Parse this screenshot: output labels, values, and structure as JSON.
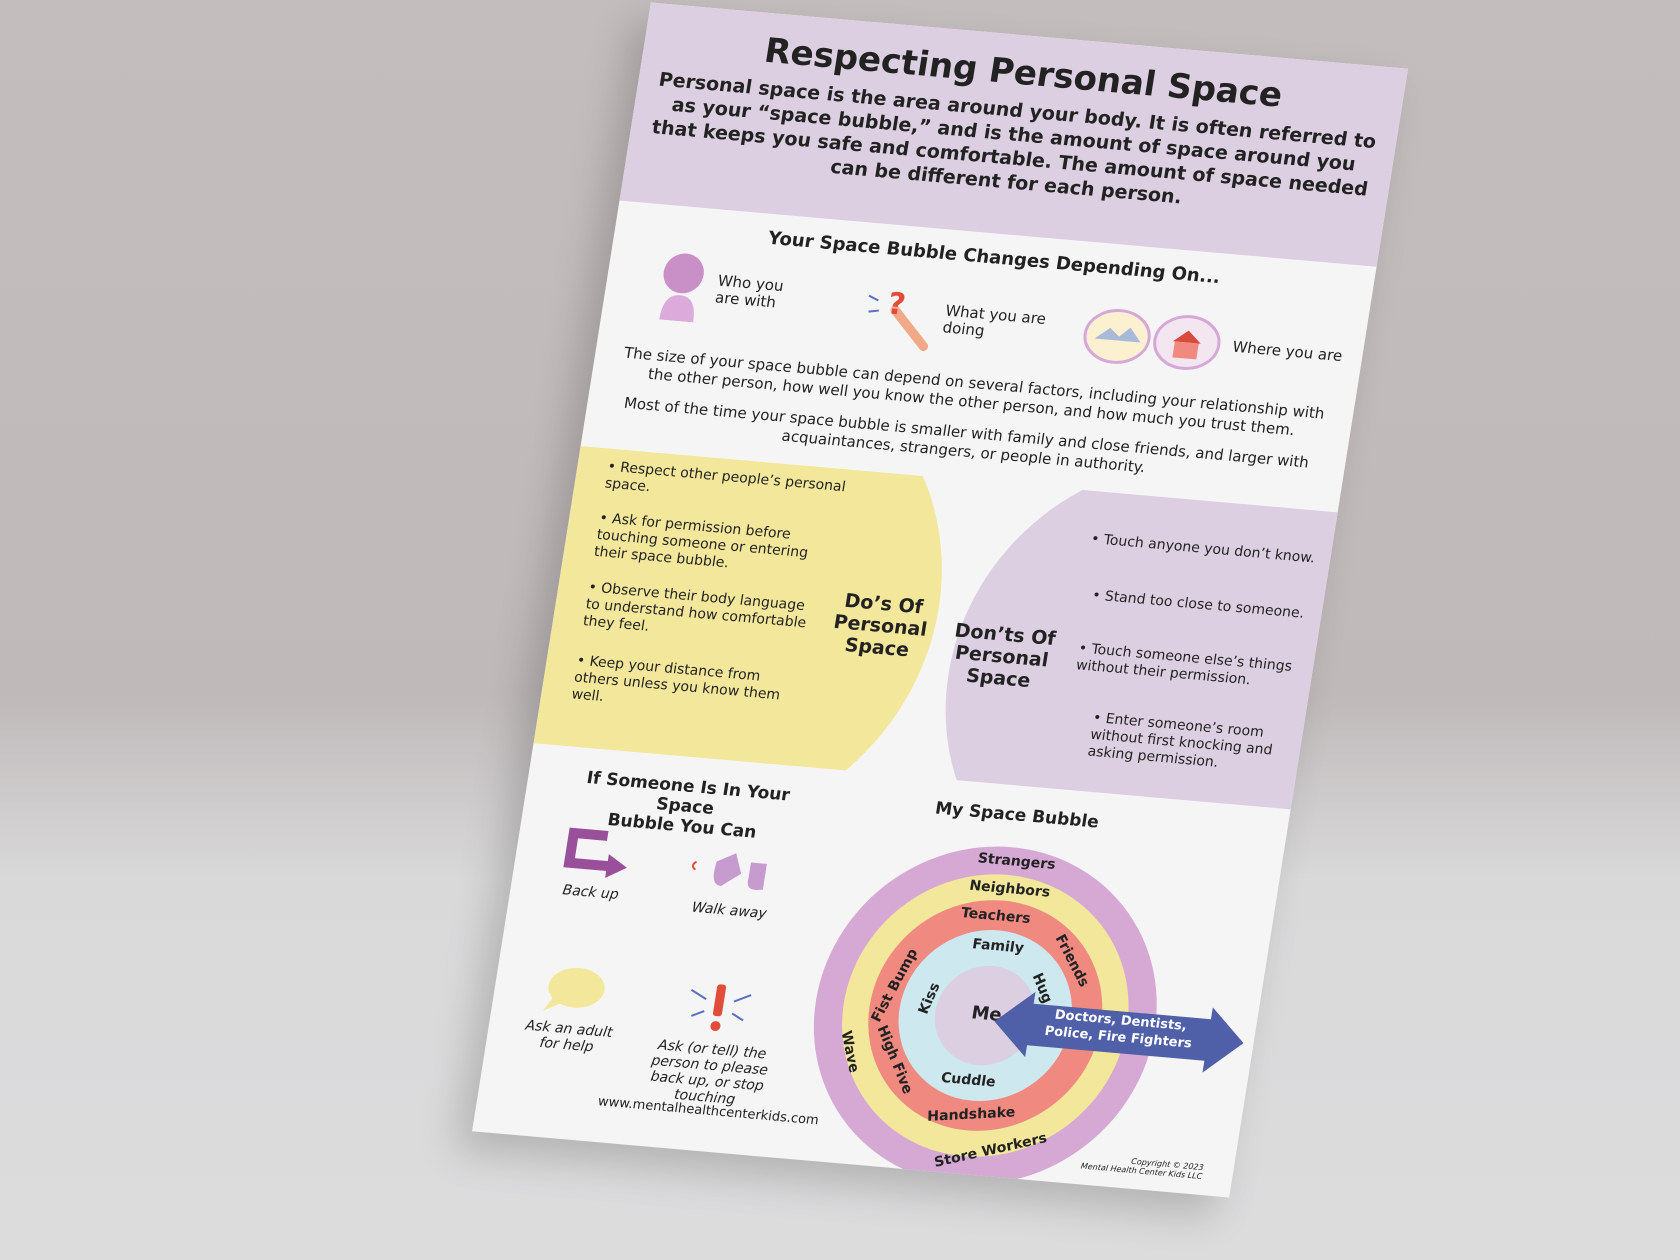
{
  "title": "Respecting Personal Space",
  "intro": "Personal space is the area around your body. It is often referred to as your “space bubble,” and is the amount of space around you that keeps you safe and comfortable. The amount of space needed can be different for each person.",
  "factors_heading": "Your Space Bubble Changes Depending On...",
  "factors": [
    {
      "label": "Who you\nare with",
      "icon": "person-icon"
    },
    {
      "label": "What you are\ndoing",
      "icon": "question-hand-icon"
    },
    {
      "label": "Where you are",
      "icon": "places-icon"
    }
  ],
  "para1": "The size of your space bubble can depend on several factors, including your relationship with the other person, how well you know the other person, and how much you trust them.",
  "para2": "Most of the time your space bubble is smaller with family and close friends, and larger with acquaintances, strangers, or people in authority.",
  "dos": {
    "title": "Do’s Of\nPersonal\nSpace",
    "items": [
      "Respect other people’s personal space.",
      "Ask for permission before touching someone or entering their space bubble.",
      "Observe their body language to understand how comfortable they feel.",
      "Keep your distance from others unless you know them well."
    ]
  },
  "donts": {
    "title": "Don’ts Of\nPersonal\nSpace",
    "items": [
      "Touch anyone you don’t know.",
      "Stand too close to someone.",
      "Touch someone else’s things without their permission.",
      "Enter someone’s room without first knocking and asking permission."
    ]
  },
  "actions_heading": "If Someone Is In Your Space\nBubble You Can",
  "actions": [
    {
      "label": "Back up",
      "icon": "back-up-arrow-icon"
    },
    {
      "label": "Walk away",
      "icon": "walking-feet-icon"
    },
    {
      "label": "Ask an adult\nfor help",
      "icon": "speech-bubble-icon"
    },
    {
      "label": "Ask (or tell) the\nperson to please\nback up, or stop\ntouching",
      "icon": "exclamation-icon"
    }
  ],
  "bubble_heading": "My Space Bubble",
  "rings": {
    "strangers": "Strangers",
    "neighbors": "Neighbors",
    "teachers": "Teachers",
    "friends": "Friends",
    "family": "Family",
    "hug": "Hug",
    "kiss": "Kiss",
    "fist_bump": "Fist Bump",
    "wave": "Wave",
    "high_five": "High Five",
    "cuddle": "Cuddle",
    "handshake": "Handshake",
    "store_workers": "Store Workers",
    "me": "Me"
  },
  "arrow_text": "Doctors, Dentists,\nPolice, Fire Fighters",
  "url": "www.mentalhealthcenterkids.com",
  "copyright": "Copyright © 2023\nMental Health Center Kids LLC",
  "colors": {
    "lavender": "#dccfe1",
    "yellow": "#f2e79a",
    "coral": "#f08a80",
    "light_blue": "#cde8ee",
    "arrow_blue": "#4f5fa8",
    "purple": "#9a4f9a"
  }
}
